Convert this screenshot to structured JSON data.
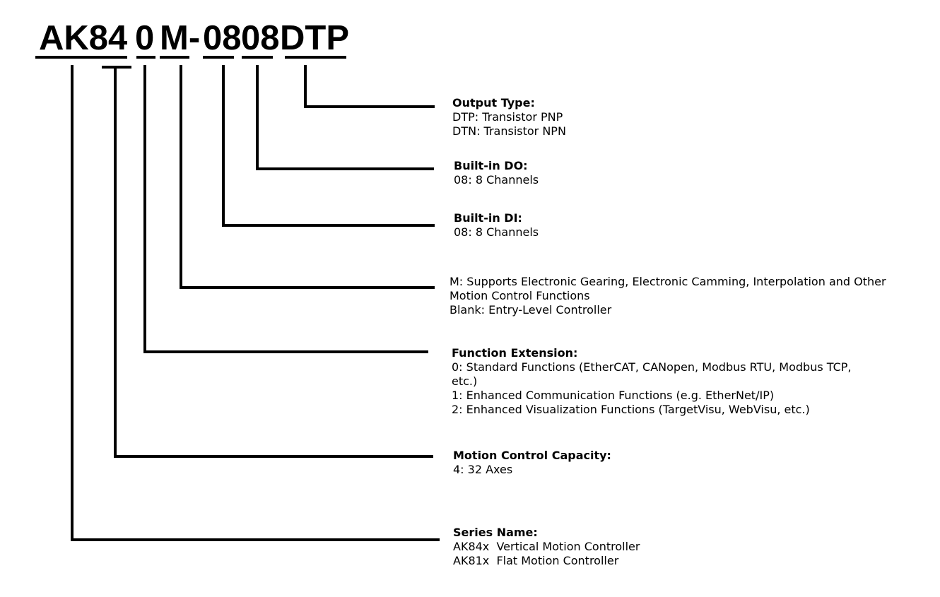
{
  "model_code": {
    "segments": [
      "AK84",
      "0",
      "M-",
      "08",
      "08",
      "DTP"
    ]
  },
  "fields": {
    "output_type": {
      "title": "Output Type:",
      "lines": [
        "DTP: Transistor PNP",
        "DTN: Transistor NPN"
      ]
    },
    "built_in_do": {
      "title": "Built-in DO:",
      "lines": [
        "08: 8 Channels"
      ]
    },
    "built_in_di": {
      "title": "Built-in DI:",
      "lines": [
        "08: 8 Channels"
      ]
    },
    "motion_option": {
      "lines": [
        "M: Supports Electronic Gearing, Electronic Camming, Interpolation and Other Motion Control Functions",
        "Blank: Entry-Level Controller"
      ]
    },
    "function_extension": {
      "title": "Function Extension:",
      "lines": [
        "0: Standard Functions (EtherCAT, CANopen, Modbus RTU, Modbus TCP, etc.)",
        "1: Enhanced Communication Functions (e.g. EtherNet/IP)",
        "2: Enhanced Visualization Functions (TargetVisu, WebVisu, etc.)"
      ]
    },
    "motion_control_capacity": {
      "title": "Motion Control Capacity:",
      "lines": [
        "4: 32 Axes"
      ]
    },
    "series_name": {
      "title": "Series Name:",
      "lines": [
        "AK84x  Vertical Motion Controller",
        "AK81x  Flat Motion Controller"
      ]
    }
  },
  "line_color": "#000000"
}
